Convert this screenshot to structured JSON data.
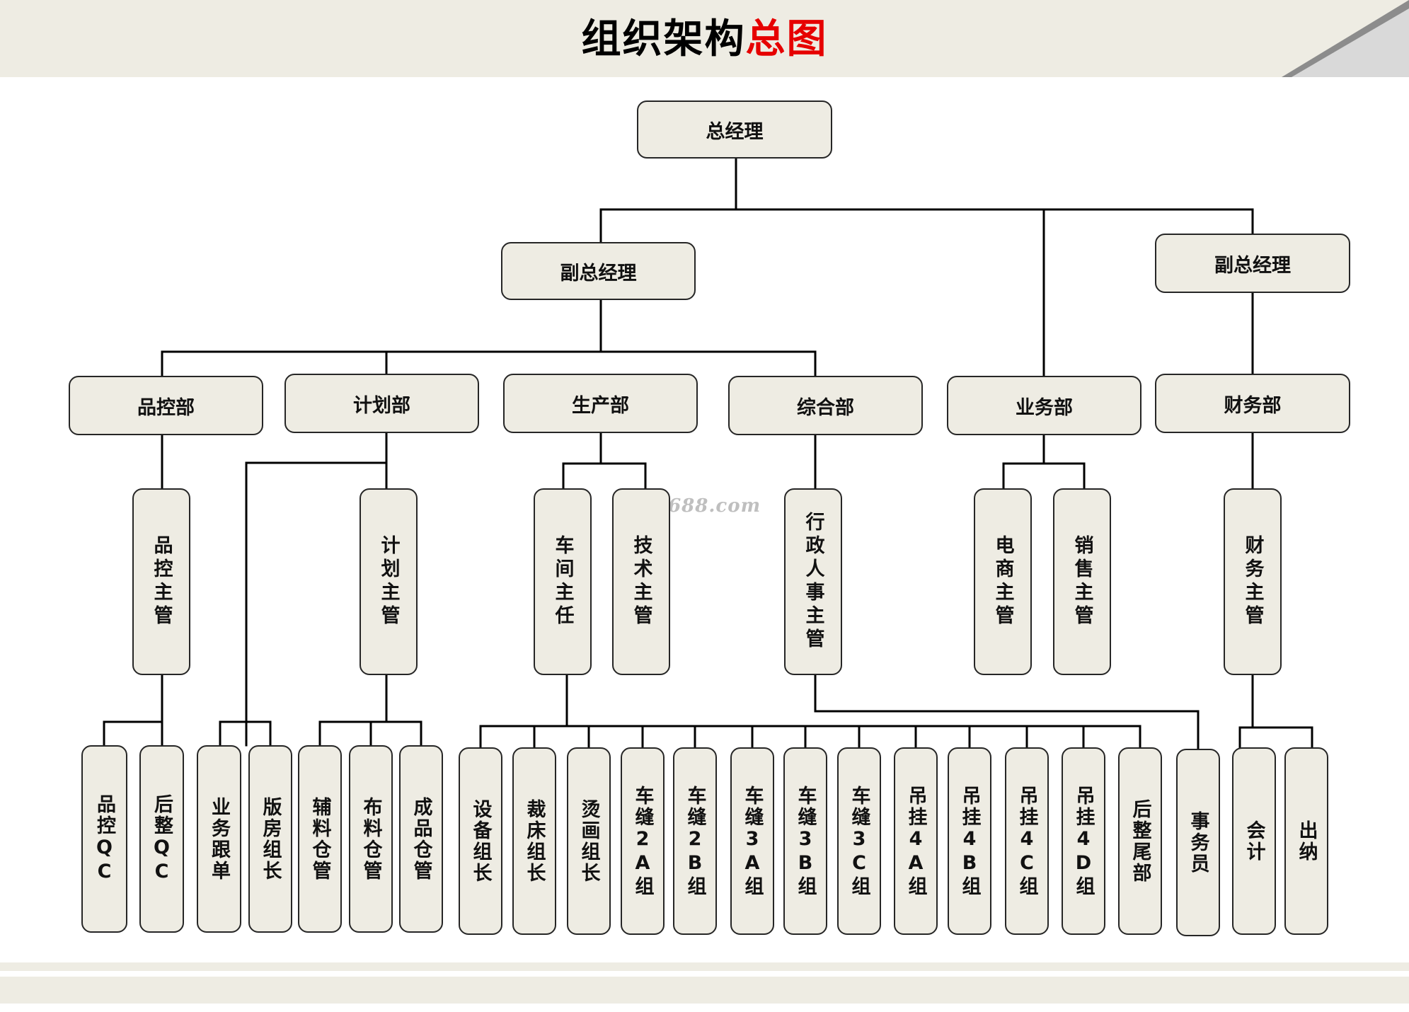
{
  "title": {
    "main": "组织架构",
    "accent": "总图"
  },
  "watermark": "1688.com",
  "nodes": {
    "gm": "总经理",
    "vp1": "副总经理",
    "vp2": "副总经理",
    "dept_qc": "品控部",
    "dept_plan": "计划部",
    "dept_prod": "生产部",
    "dept_admin": "综合部",
    "dept_sales": "业务部",
    "dept_fin": "财务部",
    "qc_mgr": "品控主管",
    "plan_mgr": "计划主管",
    "workshop_dir": "车间主任",
    "tech_mgr": "技术主管",
    "hr_mgr": "行政人事主管",
    "ecom_mgr": "电商主管",
    "sales_mgr": "销售主管",
    "fin_mgr": "财务主管",
    "qc1": "品控QC",
    "qc2": "后整QC",
    "follow": "业务跟单",
    "pattern": "版房组长",
    "acc_wh": "辅料仓管",
    "fab_wh": "布料仓管",
    "fin_wh": "成品仓管",
    "equip": "设备组长",
    "cutting": "裁床组长",
    "ironing": "烫画组长",
    "sew2a": "车缝2A组",
    "sew2b": "车缝2B组",
    "sew3a": "车缝3A组",
    "sew3b": "车缝3B组",
    "sew3c": "车缝3C组",
    "hang4a": "吊挂4A组",
    "hang4b": "吊挂4B组",
    "hang4c": "吊挂4C组",
    "hang4d": "吊挂4D组",
    "finishing": "后整尾部",
    "clerk": "事务员",
    "accountant": "会计",
    "cashier": "出纳"
  }
}
